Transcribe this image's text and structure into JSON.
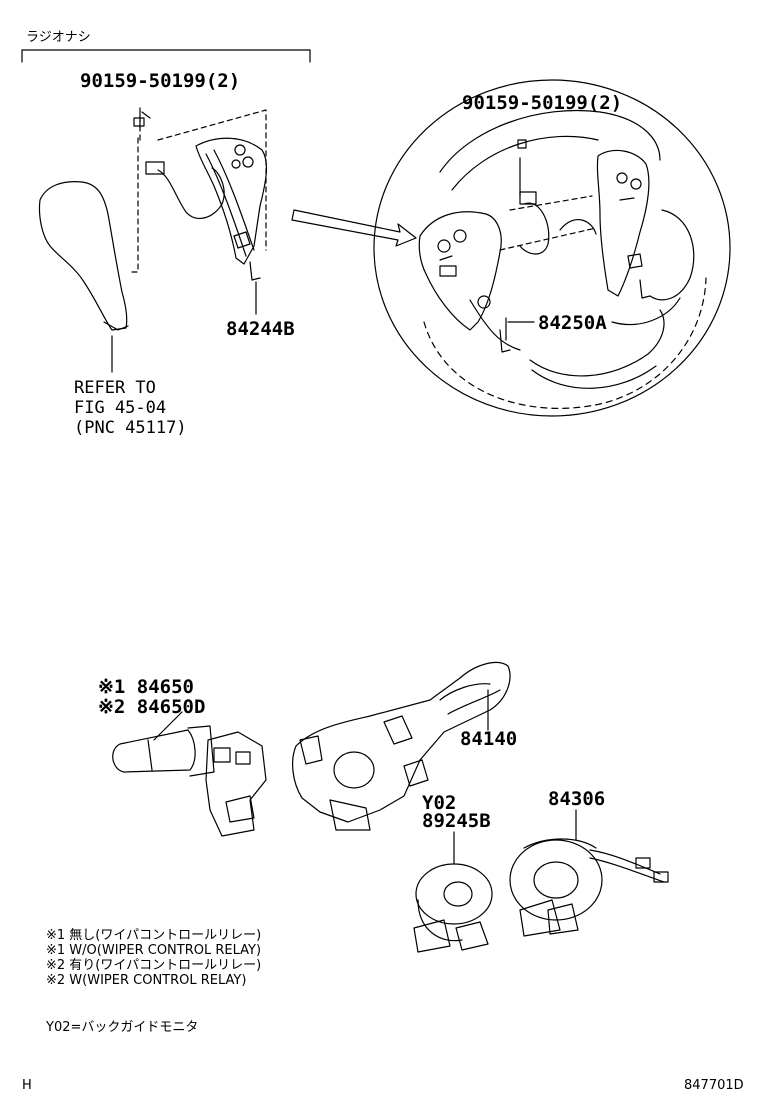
{
  "header_label": "ラジオナシ",
  "bolt_left": "90159-50199(2)",
  "bolt_right": "90159-50199(2)",
  "part_84244b": "84244B",
  "part_84250a": "84250A",
  "refer": {
    "line1": "REFER TO",
    "line2": "FIG 45-04",
    "line3": "(PNC 45117)"
  },
  "part_84650": "※1 84650",
  "part_84650d": "※2 84650D",
  "part_84140": "84140",
  "part_y02": "Y02",
  "part_89245b": "89245B",
  "part_84306": "84306",
  "notes": [
    "※1 無し(ワイパコントロールリレー)",
    "※1 W/O(WIPER CONTROL RELAY)",
    "※2 有り(ワイパコントロールリレー)",
    "※2 W(WIPER CONTROL RELAY)"
  ],
  "legend_y02": "Y02=バックガイドモニタ",
  "footer_left": "H",
  "footer_right": "847701D"
}
